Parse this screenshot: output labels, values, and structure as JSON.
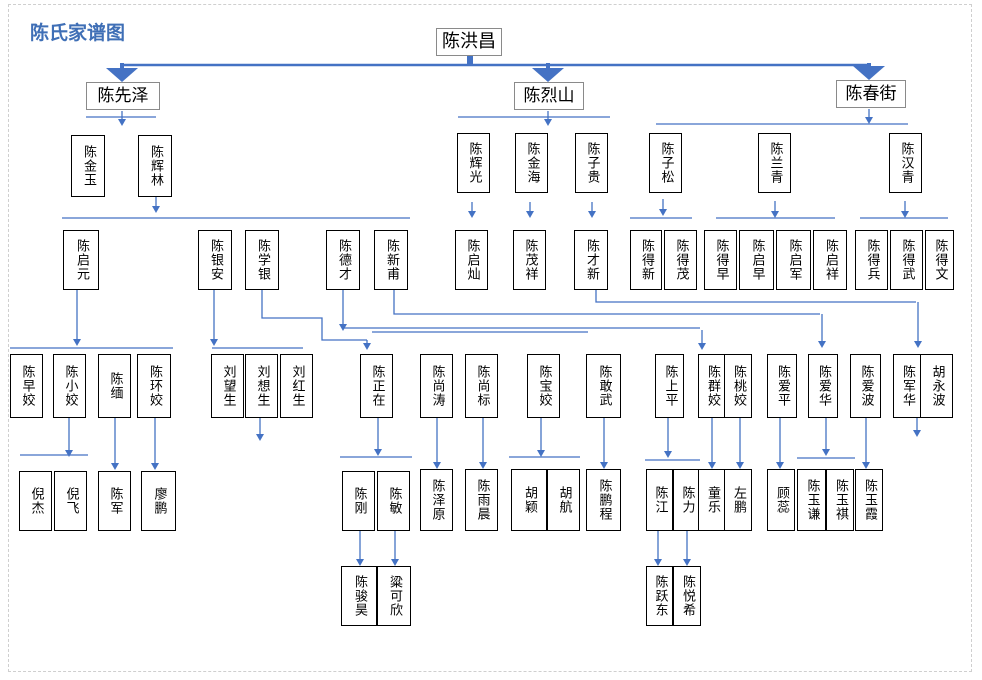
{
  "title": "陈氏家谱图",
  "colors": {
    "accent": "#4472c4",
    "title": "#3f6fb6",
    "border": "#000000"
  },
  "nodes": {
    "hongchang": "陈洪昌",
    "xianze": "陈先泽",
    "lieshan": "陈烈山",
    "chunjie": "陈春街",
    "jinyu": "陈金玉",
    "huilin": "陈辉林",
    "huiguang": "陈辉光",
    "jinhai": "陈金海",
    "zigui": "陈子贵",
    "zisong": "陈子松",
    "lanqing": "陈兰青",
    "hanqing": "陈汉青",
    "qiyuan": "陈启元",
    "yinan": "陈银安",
    "xueyin": "陈学银",
    "decai": "陈德才",
    "xinfu": "陈新甫",
    "qican": "陈启灿",
    "maoxiang": "陈茂祥",
    "caixin": "陈才新",
    "dexin": "陈得新",
    "demao": "陈得茂",
    "dezao": "陈得早",
    "qizao": "陈启早",
    "qijun": "陈启军",
    "qixiang": "陈启祥",
    "debing": "陈得兵",
    "dewu": "陈得武",
    "dewen": "陈得文",
    "zaojiao": "陈早姣",
    "xiaojiao": "陈小姣",
    "mian": "陈缅",
    "huanjiao": "陈环姣",
    "liuwangsheng": "刘望生",
    "liuxiangsheng": "刘想生",
    "liuhongsheng": "刘红生",
    "zhengzai": "陈正在",
    "shangtao": "陈尚涛",
    "shangbiao": "陈尚标",
    "baojiao": "陈宝姣",
    "ganwu": "陈敢武",
    "shangping": "陈上平",
    "qunjiao": "陈群姣",
    "taojiao": "陈桃姣",
    "aiping": "陈爱平",
    "aihua": "陈爱华",
    "aibo": "陈爱波",
    "junhua": "陈军华",
    "huyongbo": "胡永波",
    "nijie": "倪杰",
    "nifei": "倪飞",
    "jun": "陈军",
    "liaopeng": "廖鹏",
    "gang": "陈刚",
    "min": "陈敏",
    "zeyuan": "陈泽原",
    "yuchen": "陈雨晨",
    "huying": "胡颖",
    "huhang": "胡航",
    "pengcheng": "陈鹏程",
    "jiang": "陈江",
    "li": "陈力",
    "tongle": "童乐",
    "zuopeng": "左鹏",
    "guruo": "顾蕊",
    "yuqian": "陈玉谦",
    "yuqi": "陈玉祺",
    "yuxia": "陈玉霞",
    "junhao": "陈骏昊",
    "liangkexin": "粱可欣",
    "yuedong": "陈跃东",
    "yuexi": "陈悦希"
  }
}
